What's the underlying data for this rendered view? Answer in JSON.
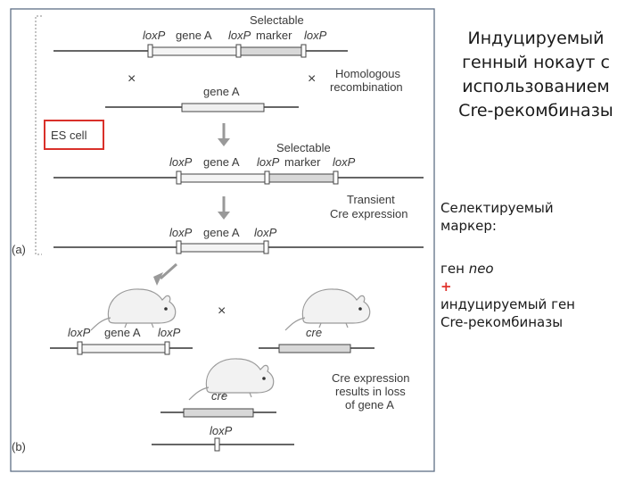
{
  "figure": {
    "loxp": "loxP",
    "gene_a": "gene A",
    "selectable_1": "Selectable",
    "marker": "marker",
    "cross": "×",
    "homologous": "Homologous",
    "recombination": "recombination",
    "es_cell": "ES cell",
    "transient": "Transient",
    "cre_expression": "Cre expression",
    "cre": "cre",
    "result_1": "Cre expression",
    "result_2": "results in loss",
    "result_3": "of gene A",
    "panel_a": "(a)",
    "panel_b": "(b)",
    "colors": {
      "red_box": "#d9302a",
      "frame": "#5f6f86",
      "line": "#333333",
      "insert_fill": "#d8d8d8"
    }
  },
  "side": {
    "title_1": "Индуцируемый",
    "title_2": "генный нокаут с",
    "title_3": "использованием",
    "title_4": "Cre-рекомбиназы",
    "marker_1": "Селектируемый",
    "marker_2": "маркер:",
    "gene_prefix": "ген ",
    "gene_neo": "neo",
    "plus": "+",
    "inducible_1": "индуцируемый ген",
    "inducible_2": "Cre-рекомбиназы"
  }
}
